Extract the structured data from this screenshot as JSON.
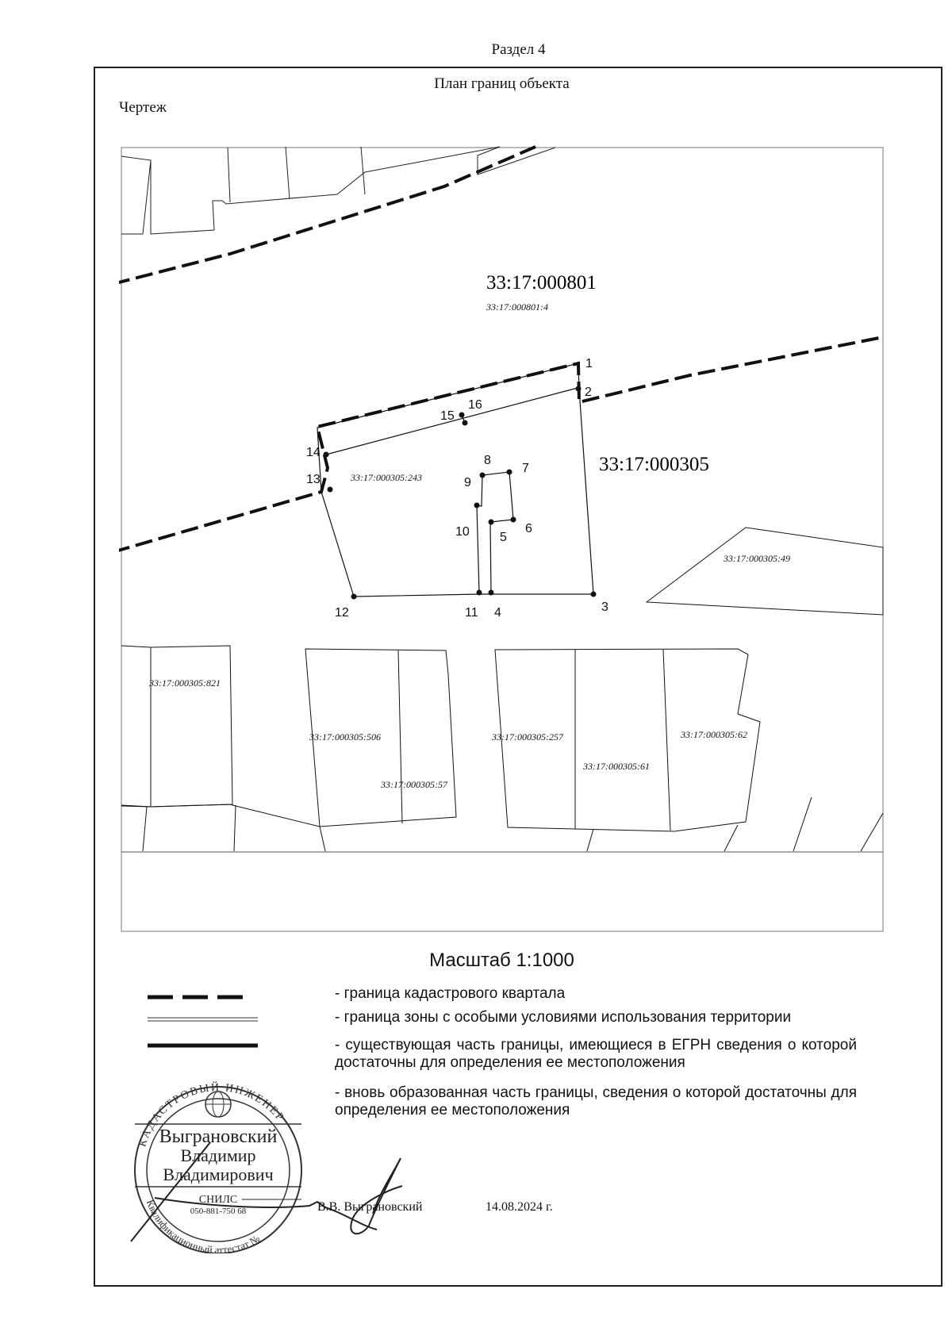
{
  "document": {
    "section": "Раздел 4",
    "title": "План границ объекта",
    "drawing_label": "Чертеж",
    "scale": "Масштаб 1:1000"
  },
  "map": {
    "quarters": [
      {
        "id": "q-801",
        "label": "33:17:000801"
      },
      {
        "id": "q-305",
        "label": "33:17:000305"
      }
    ],
    "parcels": [
      {
        "id": "p-801-4",
        "label": "33:17:000801:4"
      },
      {
        "id": "p-243",
        "label": "33:17:000305:243"
      },
      {
        "id": "p-49",
        "label": "33:17:000305:49"
      },
      {
        "id": "p-821",
        "label": "33:17:000305:821"
      },
      {
        "id": "p-506",
        "label": "33:17:000305:506"
      },
      {
        "id": "p-57",
        "label": "33:17:000305:57"
      },
      {
        "id": "p-257",
        "label": "33:17:000305:257"
      },
      {
        "id": "p-61",
        "label": "33:17:000305:61"
      },
      {
        "id": "p-62",
        "label": "33:17:000305:62"
      }
    ],
    "points": [
      "1",
      "2",
      "3",
      "4",
      "5",
      "6",
      "7",
      "8",
      "9",
      "10",
      "11",
      "12",
      "13",
      "14",
      "15",
      "16"
    ]
  },
  "legend": [
    {
      "style": "dashed-thick",
      "text": "- граница кадастрового квартала"
    },
    {
      "style": "double-thin",
      "text": "- граница зоны с особыми условиями использования территории"
    },
    {
      "style": "solid-thick",
      "text": "- существующая часть границы, имеющиеся в ЕГРН сведения о которой достаточны для определения ее местоположения"
    },
    {
      "style": "none",
      "text": "- вновь образованная часть границы, сведения о которой достаточны для определения ее местоположения"
    }
  ],
  "stamp": {
    "line1": "Выграновский",
    "line2": "Владимир",
    "line3": "Владимирович",
    "line4": "СНИЛС",
    "line5": "050-881-750 68",
    "ring_top": "КАДАСТРОВЫЙ ИНЖЕНЕР",
    "ring_bottom": "Квалификационный аттестат №"
  },
  "signature": {
    "name": "В.В. Выграновский",
    "date": "14.08.2024 г."
  }
}
